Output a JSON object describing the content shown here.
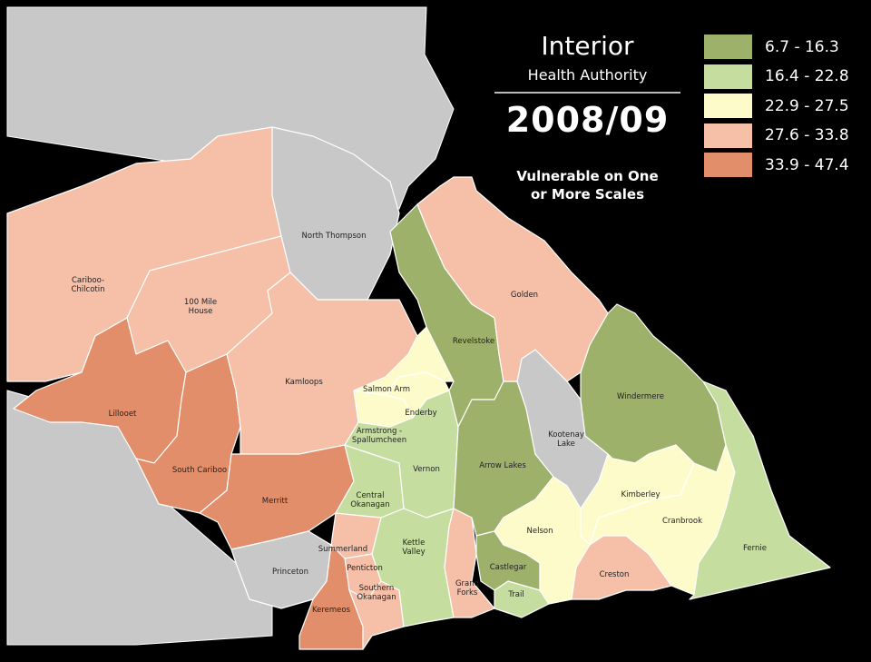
{
  "title": {
    "line1": "Interior",
    "line2": "Health Authority",
    "year": "2008/09",
    "subtitle": "Vulnerable on One\nor More Scales"
  },
  "legend": [
    {
      "label": "6.7 - 16.3",
      "color": "#9db16b"
    },
    {
      "label": "16.4 - 22.8",
      "color": "#c5dea0"
    },
    {
      "label": "22.9 - 27.5",
      "color": "#fdfbc9"
    },
    {
      "label": "27.6 - 33.8",
      "color": "#f6bfa7"
    },
    {
      "label": "33.9 - 47.4",
      "color": "#e38e6a"
    }
  ],
  "colors": {
    "background": "#000000",
    "outside_region": "#c8c8c8",
    "border": "#ffffff"
  },
  "regions": [
    {
      "name": "Cariboo-\nChilcotin",
      "class": 3
    },
    {
      "name": "100 Mile\nHouse",
      "class": 3
    },
    {
      "name": "North Thompson",
      "class": null
    },
    {
      "name": "Lillooet",
      "class": 4
    },
    {
      "name": "South Cariboo",
      "class": 4
    },
    {
      "name": "Kamloops",
      "class": 3
    },
    {
      "name": "Merritt",
      "class": 4
    },
    {
      "name": "Princeton",
      "class": null
    },
    {
      "name": "Keremeos",
      "class": 4
    },
    {
      "name": "Summerland",
      "class": 3
    },
    {
      "name": "Penticton",
      "class": 3
    },
    {
      "name": "Southern\nOkanagan",
      "class": 3
    },
    {
      "name": "Central\nOkanagan",
      "class": 1
    },
    {
      "name": "Vernon",
      "class": 1
    },
    {
      "name": "Armstrong -\nSpallumcheen",
      "class": 2
    },
    {
      "name": "Enderby",
      "class": 2
    },
    {
      "name": "Salmon Arm",
      "class": 2
    },
    {
      "name": "Kettle\nValley",
      "class": 1
    },
    {
      "name": "Grand\nForks",
      "class": 3
    },
    {
      "name": "Revelstoke",
      "class": 0
    },
    {
      "name": "Arrow Lakes",
      "class": 0
    },
    {
      "name": "Castlegar",
      "class": 0
    },
    {
      "name": "Trail",
      "class": 1
    },
    {
      "name": "Nelson",
      "class": 2
    },
    {
      "name": "Kootenay\nLake",
      "class": null
    },
    {
      "name": "Golden",
      "class": 3
    },
    {
      "name": "Windermere",
      "class": 0
    },
    {
      "name": "Kimberley",
      "class": 2
    },
    {
      "name": "Cranbrook",
      "class": 2
    },
    {
      "name": "Creston",
      "class": 3
    },
    {
      "name": "Fernie",
      "class": 1
    }
  ]
}
